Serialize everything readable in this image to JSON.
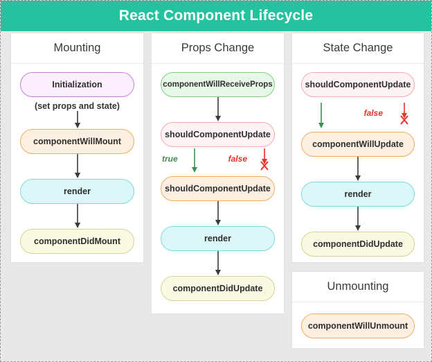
{
  "header": {
    "title": "React Component Lifecycle",
    "background_color": "#25c2a0",
    "text_color": "#ffffff"
  },
  "colors": {
    "page_background": "#e8e8e8",
    "panel_background": "#ffffff",
    "purple_border": "#c77fdd",
    "purple_fill": "#fbeffd",
    "orange_border": "#f0ad62",
    "orange_fill": "#fdf0e2",
    "cyan_border": "#7fd9d9",
    "cyan_fill": "#dcf7f7",
    "yellow_border": "#d4d48e",
    "yellow_fill": "#fafae4",
    "green_border": "#7ed07e",
    "green_fill": "#e8f8e8",
    "pink_border": "#f5a8b8",
    "pink_fill": "#fdf2f4",
    "arrow_dark": "#3a3a3a",
    "arrow_true_green": "#3f8f52",
    "arrow_false_red": "#e8342a"
  },
  "panels": {
    "mounting": {
      "title": "Mounting",
      "nodes": {
        "initialization": "Initialization",
        "initialization_caption": "(set props and state)",
        "will_mount": "componentWillMount",
        "render": "render",
        "did_mount": "componentDidMount"
      }
    },
    "props_change": {
      "title": "Props Change",
      "nodes": {
        "will_receive_props": "componentWillReceiveProps",
        "should_update": "shouldComponentUpdate",
        "will_update": "shouldComponentUpdate",
        "render": "render",
        "did_update": "componentDidUpdate"
      },
      "branch": {
        "true_label": "true",
        "false_label": "false"
      }
    },
    "state_change": {
      "title": "State Change",
      "nodes": {
        "should_update": "shouldComponentUpdate",
        "will_update": "componentWillUpdate",
        "render": "render",
        "did_update": "componentDidUpdate"
      },
      "branch": {
        "false_label": "false"
      }
    },
    "unmounting": {
      "title": "Unmounting",
      "nodes": {
        "will_unmount": "componentWillUnmount"
      }
    }
  }
}
